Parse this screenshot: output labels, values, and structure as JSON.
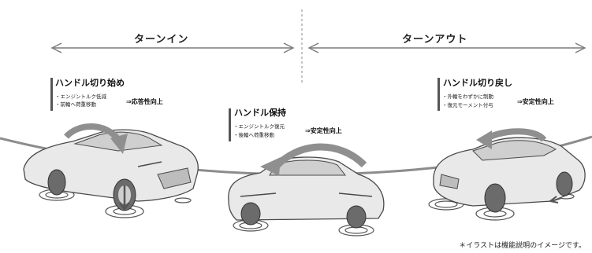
{
  "phases": {
    "turn_in": "ターンイン",
    "turn_out": "ターンアウト"
  },
  "stages": [
    {
      "title": "ハンドル切り始め",
      "bullets": [
        "・エンジントルク低減",
        "・前輪へ荷重移動"
      ],
      "result": "⇒応答性向上"
    },
    {
      "title": "ハンドル保持",
      "bullets": [
        "・エンジントルク復元",
        "・後輪へ荷重移動"
      ],
      "result": "⇒安定性向上"
    },
    {
      "title": "ハンドル切り戻し",
      "bullets": [
        "・外輪をわずかに制動",
        "・復元モーメント付与"
      ],
      "result": "⇒安定性向上"
    }
  ],
  "footnote": "＊イラストは機能説明のイメージです。",
  "colors": {
    "arrow": "#7a7a7a",
    "curve": "#8c8c8c",
    "car_body": "#e9e9e9",
    "car_outline": "#4a4a4a",
    "motion_arrow": "#8f8f8f"
  }
}
